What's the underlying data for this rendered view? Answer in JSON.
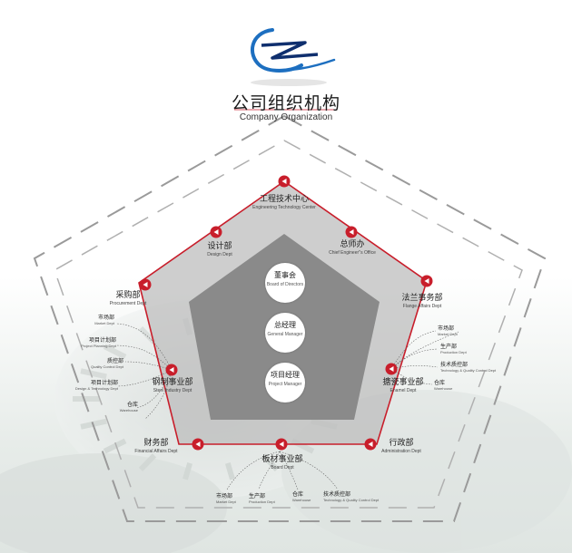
{
  "header": {
    "title": "公司组织机构",
    "subtitle": "Company Organization"
  },
  "colors": {
    "accent_red": "#c81e2b",
    "logo_blue": "#1d6fc0",
    "logo_navy": "#0f2f6e",
    "outer_dash": "#9a9a9a",
    "inner_pentagon": "#8a8a8a"
  },
  "center": [
    {
      "zh": "董事会",
      "en": "Board of Directors"
    },
    {
      "zh": "总经理",
      "en": "General Manager"
    },
    {
      "zh": "项目经理",
      "en": "Project Manager"
    }
  ],
  "nodes": [
    {
      "zh": "工程技术中心",
      "en": "Engineering Technology Center"
    },
    {
      "zh": "总师办",
      "en": "Chief Engineer''s Office"
    },
    {
      "zh": "法兰事务部",
      "en": "Flange Affairs Dept"
    },
    {
      "zh": "搪瓷事业部",
      "en": "Enamel Dept"
    },
    {
      "zh": "行政部",
      "en": "Administration Dept"
    },
    {
      "zh": "板材事业部",
      "en": "Board Dept"
    },
    {
      "zh": "财务部",
      "en": "Financial Affairs Dept"
    },
    {
      "zh": "钢制事业部",
      "en": "Steel Industry Dept"
    },
    {
      "zh": "采购部",
      "en": "Procurement Dept"
    },
    {
      "zh": "设计部",
      "en": "Design Dept"
    }
  ],
  "left_subs": [
    {
      "zh": "市场部",
      "en": "Market Dept"
    },
    {
      "zh": "项目计划部",
      "en": "Project Planning Dept"
    },
    {
      "zh": "质控部",
      "en": "Quality Control Dept"
    },
    {
      "zh": "项目计划部",
      "en": "Design & Technology Dept"
    },
    {
      "zh": "仓库",
      "en": "Warehouse"
    }
  ],
  "right_subs": [
    {
      "zh": "市场部",
      "en": "Market Dept"
    },
    {
      "zh": "生产部",
      "en": "Production Dept"
    },
    {
      "zh": "技术质控部",
      "en": "Technology & Quality Control Dept"
    },
    {
      "zh": "仓库",
      "en": "Warehouse"
    }
  ],
  "bottom_subs": [
    {
      "zh": "市场部",
      "en": "Market Dept"
    },
    {
      "zh": "生产部",
      "en": "Production Dept"
    },
    {
      "zh": "仓库",
      "en": "Warehouse"
    },
    {
      "zh": "技术质控部",
      "en": "Technology & Quality Control Dept"
    }
  ]
}
